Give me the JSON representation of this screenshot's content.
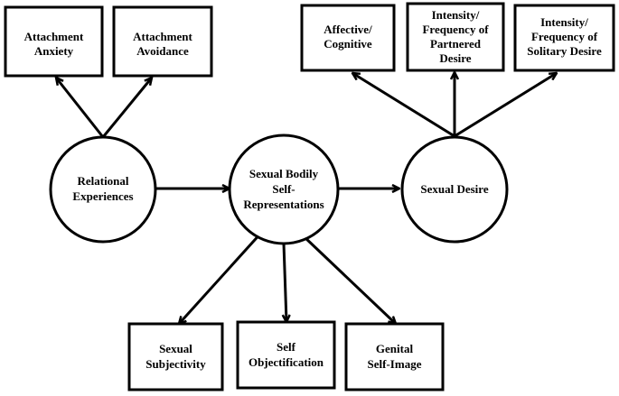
{
  "nodes": {
    "attachment_anxiety": [
      "Attachment",
      "Anxiety"
    ],
    "attachment_avoidance": [
      "Attachment",
      "Avoidance"
    ],
    "affective_cognitive": [
      "Affective/",
      "Cognitive"
    ],
    "partnered_desire": [
      "Intensity/",
      "Frequency of",
      "Partnered",
      "Desire"
    ],
    "solitary_desire": [
      "Intensity/",
      "Frequency of",
      "Solitary Desire"
    ],
    "relational_experiences": [
      "Relational",
      "Experiences"
    ],
    "sexual_bodily_self": [
      "Sexual Bodily",
      "Self-",
      "Representations"
    ],
    "sexual_desire": [
      "Sexual Desire"
    ],
    "sexual_subjectivity": [
      "Sexual",
      "Subjectivity"
    ],
    "self_objectification": [
      "Self",
      "Objectification"
    ],
    "genital_self_image": [
      "Genital",
      "Self-Image"
    ]
  }
}
